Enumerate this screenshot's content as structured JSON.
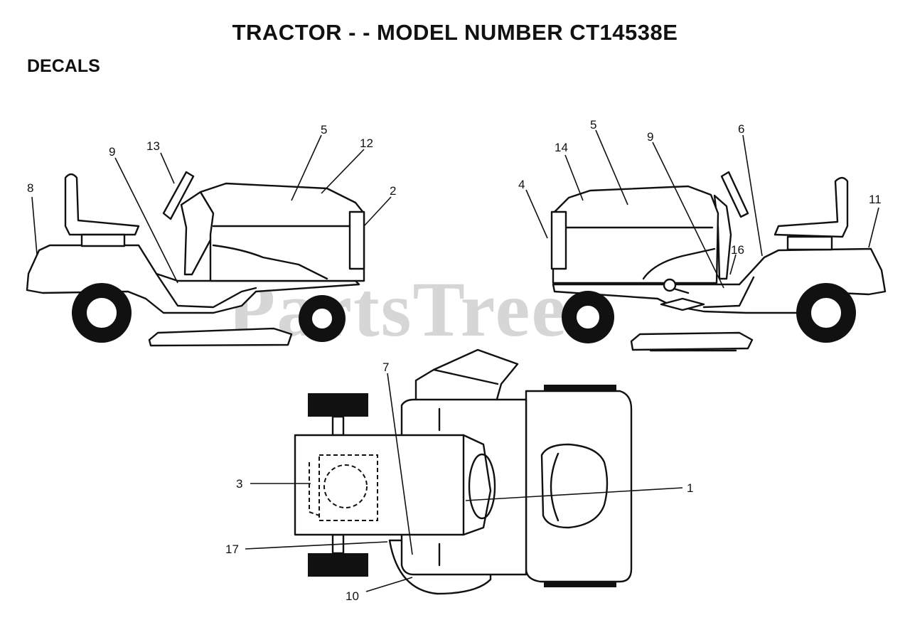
{
  "header": {
    "title": "TRACTOR - - MODEL NUMBER CT14538E",
    "section": "DECALS"
  },
  "watermark": "PartsTree",
  "callouts": {
    "c1": "1",
    "c2": "2",
    "c3": "3",
    "c4": "4",
    "c5a": "5",
    "c5b": "5",
    "c6": "6",
    "c7": "7",
    "c8": "8",
    "c9a": "9",
    "c9b": "9",
    "c10": "10",
    "c11": "11",
    "c12": "12",
    "c13": "13",
    "c14": "14",
    "c16": "16",
    "c17": "17"
  }
}
